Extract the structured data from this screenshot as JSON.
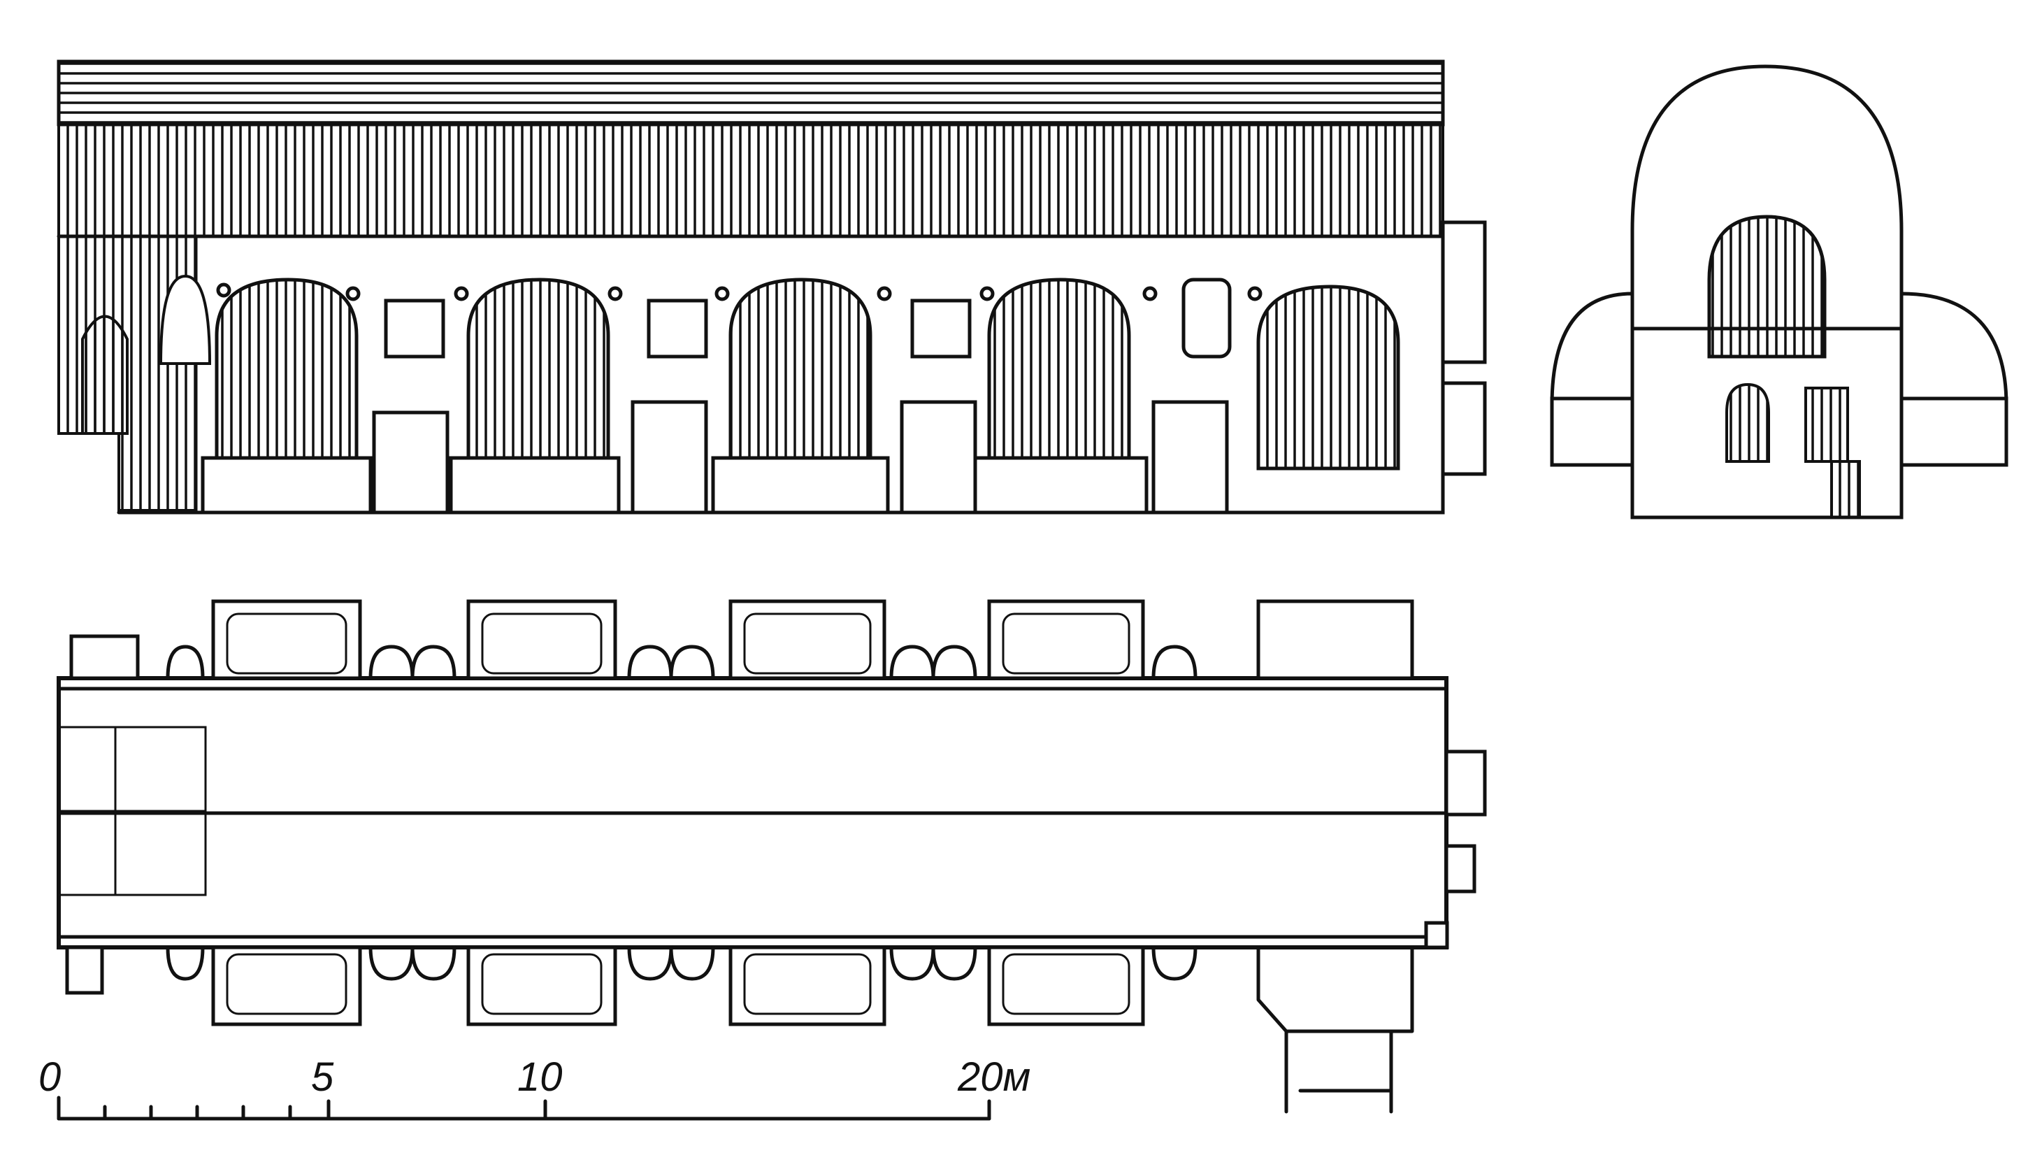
{
  "scale_bar": {
    "ticks": [
      "0",
      "5",
      "10",
      "20м"
    ]
  }
}
